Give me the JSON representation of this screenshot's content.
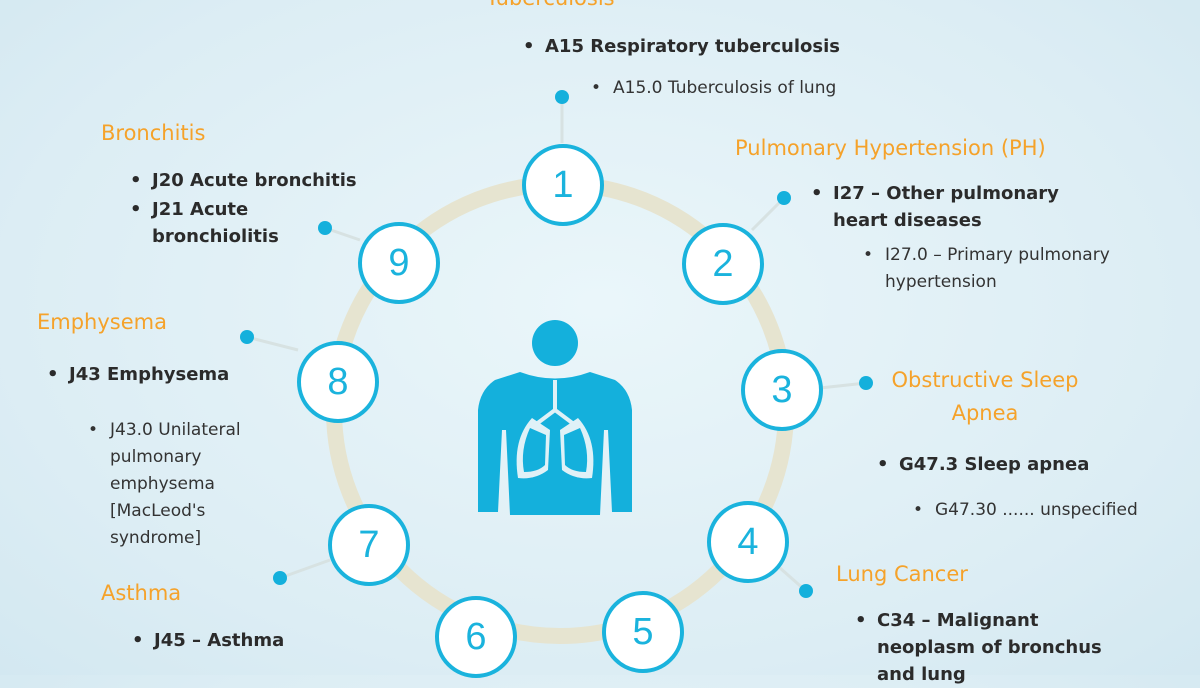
{
  "colors": {
    "accent": "#1ab3dd",
    "title": "#f5a22a",
    "ring": "#e6e4d0"
  },
  "center_icon": "human-lungs-icon",
  "conditions": [
    {
      "number": "1",
      "title": "Tuberculosis",
      "code": "A15 Respiratory tuberculosis",
      "sub": "A15.0 Tuberculosis of lung"
    },
    {
      "number": "2",
      "title": "Pulmonary Hypertension (PH)",
      "code": "I27 – Other pulmonary heart diseases",
      "sub": "I27.0 – Primary pulmonary hypertension"
    },
    {
      "number": "3",
      "title": "Obstructive Sleep Apnea",
      "code": "G47.3 Sleep apnea",
      "sub": "G47.30 ...... unspecified"
    },
    {
      "number": "4",
      "title": "Lung Cancer",
      "code": "C34 – Malignant neoplasm of bronchus and lung"
    },
    {
      "number": "5"
    },
    {
      "number": "6"
    },
    {
      "number": "7",
      "title": "Asthma",
      "code": "J45 – Asthma"
    },
    {
      "number": "8",
      "title": "Emphysema",
      "code": "J43 Emphysema",
      "sub": "J43.0 Unilateral pulmonary emphysema [MacLeod's syndrome]"
    },
    {
      "number": "9",
      "title": "Bronchitis",
      "code": "J20 Acute bronchitis",
      "code2": "J21 Acute bronchiolitis"
    }
  ]
}
